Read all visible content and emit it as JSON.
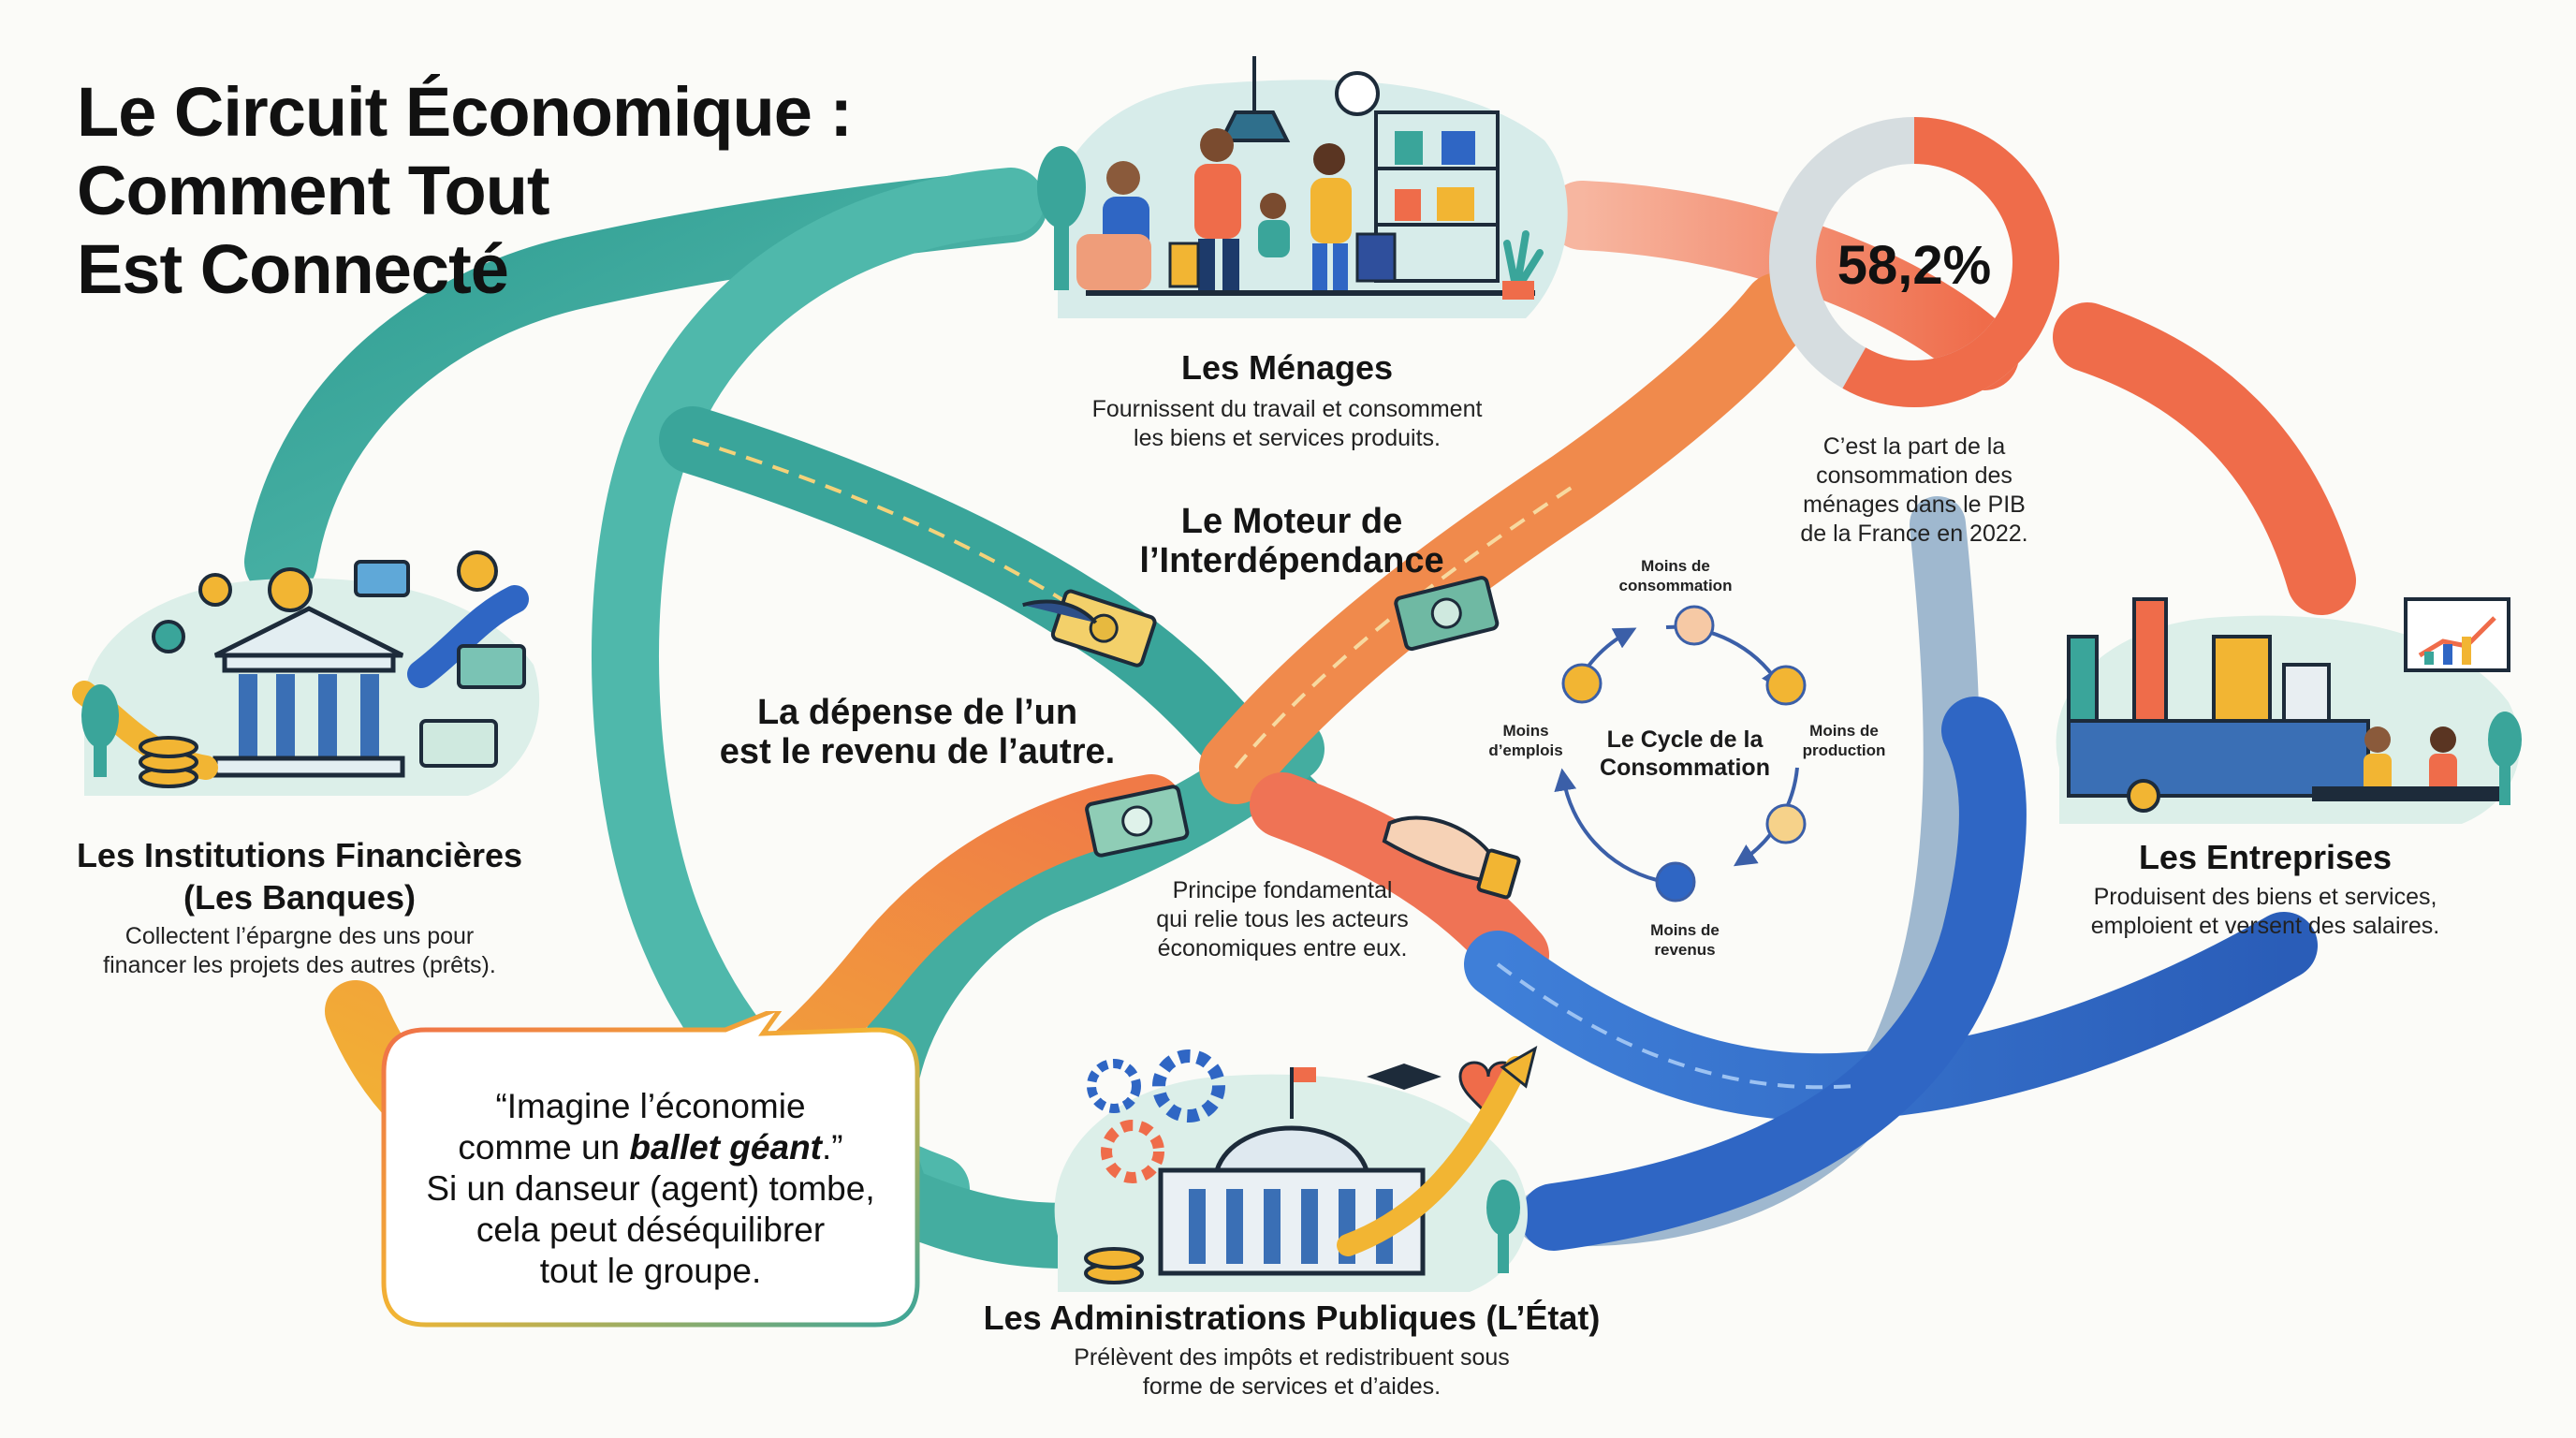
{
  "title": {
    "line1": "Le Circuit Économique :",
    "line2": "Comment Tout",
    "line3": "Est Connecté"
  },
  "nodes": {
    "menages": {
      "title": "Les Ménages",
      "desc1": "Fournissent du travail et consomment",
      "desc2": "les biens et services produits."
    },
    "banques": {
      "title1": "Les Institutions Financières",
      "title2": "(Les Banques)",
      "desc1": "Collectent l’épargne des uns pour",
      "desc2": "financer les projets des autres (prêts)."
    },
    "entreprises": {
      "title": "Les Entreprises",
      "desc1": "Produisent des biens et services,",
      "desc2": "emploient et versent des salaires."
    },
    "etat": {
      "title": "Les Administrations Publiques (L’État)",
      "desc1": "Prélèvent des impôts et redistribuent sous",
      "desc2": "forme de services et d’aides."
    }
  },
  "center": {
    "engine1": "Le Moteur de",
    "engine2": "l’Interdépendance",
    "principle1": "La dépense de l’un",
    "principle2": "est le revenu de l’autre.",
    "sub1": "Principe fondamental",
    "sub2": "qui relie tous les acteurs",
    "sub3": "économiques entre eux."
  },
  "stat": {
    "value": "58,2%",
    "fraction": 0.582,
    "cap1": "C’est la part de la",
    "cap2": "consommation des",
    "cap3": "ménages dans le PIB",
    "cap4": "de la France en 2022."
  },
  "cycle": {
    "title1": "Le Cycle de la",
    "title2": "Consommation",
    "conso1": "Moins de",
    "conso2": "consommation",
    "prod1": "Moins de",
    "prod2": "production",
    "rev1": "Moins de",
    "rev2": "revenus",
    "emp1": "Moins",
    "emp2": "d’emplois"
  },
  "quote": {
    "line1": "“Imagine l’économie",
    "line2a": "comme un ",
    "line2b": "ballet géant",
    "line2c": ".”",
    "line3": "Si un danseur (agent) tombe,",
    "line4": "cela peut déséquilibrer",
    "line5": "tout le groupe."
  },
  "colors": {
    "teal": "#3aa59a",
    "coral": "#ef6c4a",
    "blue": "#2f66c4",
    "yellow": "#f2b533",
    "ringGrey": "#d6dde0"
  }
}
